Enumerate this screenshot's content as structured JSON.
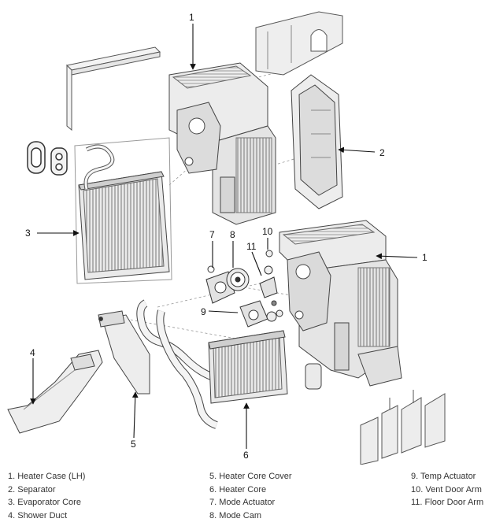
{
  "callouts": {
    "c1a": "1",
    "c1b": "1",
    "c2": "2",
    "c3": "3",
    "c4": "4",
    "c5": "5",
    "c6": "6",
    "c7": "7",
    "c8": "8",
    "c9": "9",
    "c10": "10",
    "c11": "11"
  },
  "legend": {
    "col1": [
      "1. Heater Case (LH)",
      "2. Separator",
      "3. Evaporator Core",
      "4. Shower Duct"
    ],
    "col2": [
      "5. Heater Core Cover",
      "6. Heater Core",
      "7. Mode Actuator",
      "8. Mode Cam"
    ],
    "col3": [
      "9. Temp Actuator",
      "10. Vent Door Arm",
      "11. Floor Door Arm"
    ]
  }
}
